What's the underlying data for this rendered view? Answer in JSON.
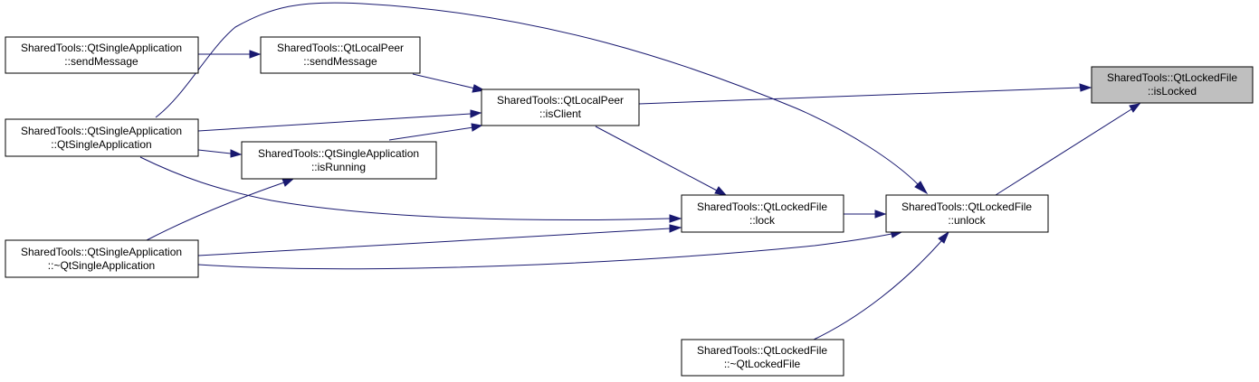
{
  "diagram": {
    "colors": {
      "edge": "#191970",
      "node_border": "#000000",
      "node_fill": "#ffffff",
      "highlight_fill": "#bfbfbf"
    },
    "nodes": {
      "isLocked": {
        "line1": "SharedTools::QtLockedFile",
        "line2": "::isLocked"
      },
      "isClient": {
        "line1": "SharedTools::QtLocalPeer",
        "line2": "::isClient"
      },
      "unlock": {
        "line1": "SharedTools::QtLockedFile",
        "line2": "::unlock"
      },
      "lpSendMessage": {
        "line1": "SharedTools::QtLocalPeer",
        "line2": "::sendMessage"
      },
      "saSendMessage": {
        "line1": "SharedTools::QtSingleApplication",
        "line2": "::sendMessage"
      },
      "saCtor": {
        "line1": "SharedTools::QtSingleApplication",
        "line2": "::QtSingleApplication"
      },
      "isRunning": {
        "line1": "SharedTools::QtSingleApplication",
        "line2": "::isRunning"
      },
      "saDtor": {
        "line1": "SharedTools::QtSingleApplication",
        "line2": "::~QtSingleApplication"
      },
      "lock": {
        "line1": "SharedTools::QtLockedFile",
        "line2": "::lock"
      },
      "lfDtor": {
        "line1": "SharedTools::QtLockedFile",
        "line2": "::~QtLockedFile"
      }
    }
  }
}
